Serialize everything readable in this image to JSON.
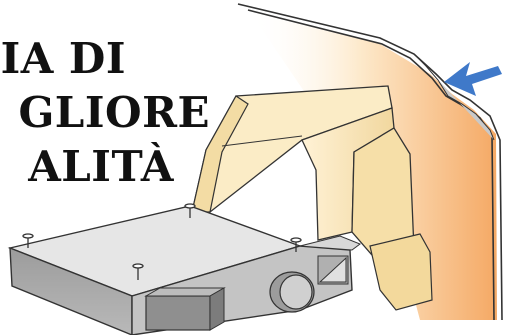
{
  "headline": {
    "line1": "IA DI",
    "line2": "GLIORE",
    "line3": "ALITÀ"
  },
  "illustration": {
    "subject": "air-conditioner-unit-with-duct-to-wall",
    "colors": {
      "duct": "#f7e3b3",
      "duct_shadow": "#e8c98a",
      "unit_top": "#e6e6e6",
      "unit_side": "#a9a9a9",
      "wall_warm": "#f6b46a",
      "arrow": "#3f79c9"
    }
  }
}
